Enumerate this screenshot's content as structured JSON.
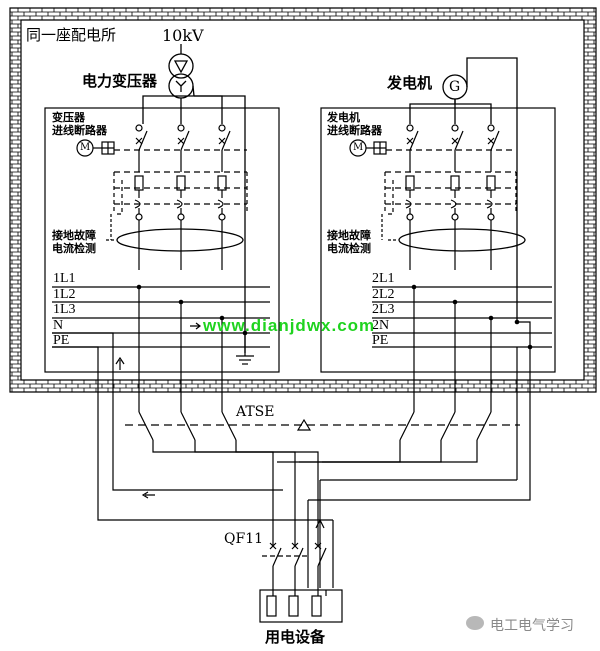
{
  "room_label": "同一座配电所",
  "voltage_label": "10kV",
  "transformer_label": "电力变压器",
  "transformer_symbol_delta": "△",
  "transformer_symbol_star": "Y",
  "generator_label": "发电机",
  "generator_symbol": "G",
  "motor_symbol": "M",
  "left_panel": {
    "breaker_title_1": "变压器",
    "breaker_title_2": "进线断路器",
    "fault_title_1": "接地故障",
    "fault_title_2": "电流检测",
    "buses": [
      "1L1",
      "1L2",
      "1L3",
      "N",
      "PE"
    ]
  },
  "right_panel": {
    "breaker_title_1": "发电机",
    "breaker_title_2": "进线断路器",
    "fault_title_1": "接地故障",
    "fault_title_2": "电流检测",
    "buses": [
      "2L1",
      "2L2",
      "2L3",
      "2N",
      "PE"
    ]
  },
  "atse_label": "ATSE",
  "qf_label": "QF11",
  "load_label": "用电设备",
  "watermark": "www.dianjdwx.com",
  "wechat_label": "电工电气学习"
}
